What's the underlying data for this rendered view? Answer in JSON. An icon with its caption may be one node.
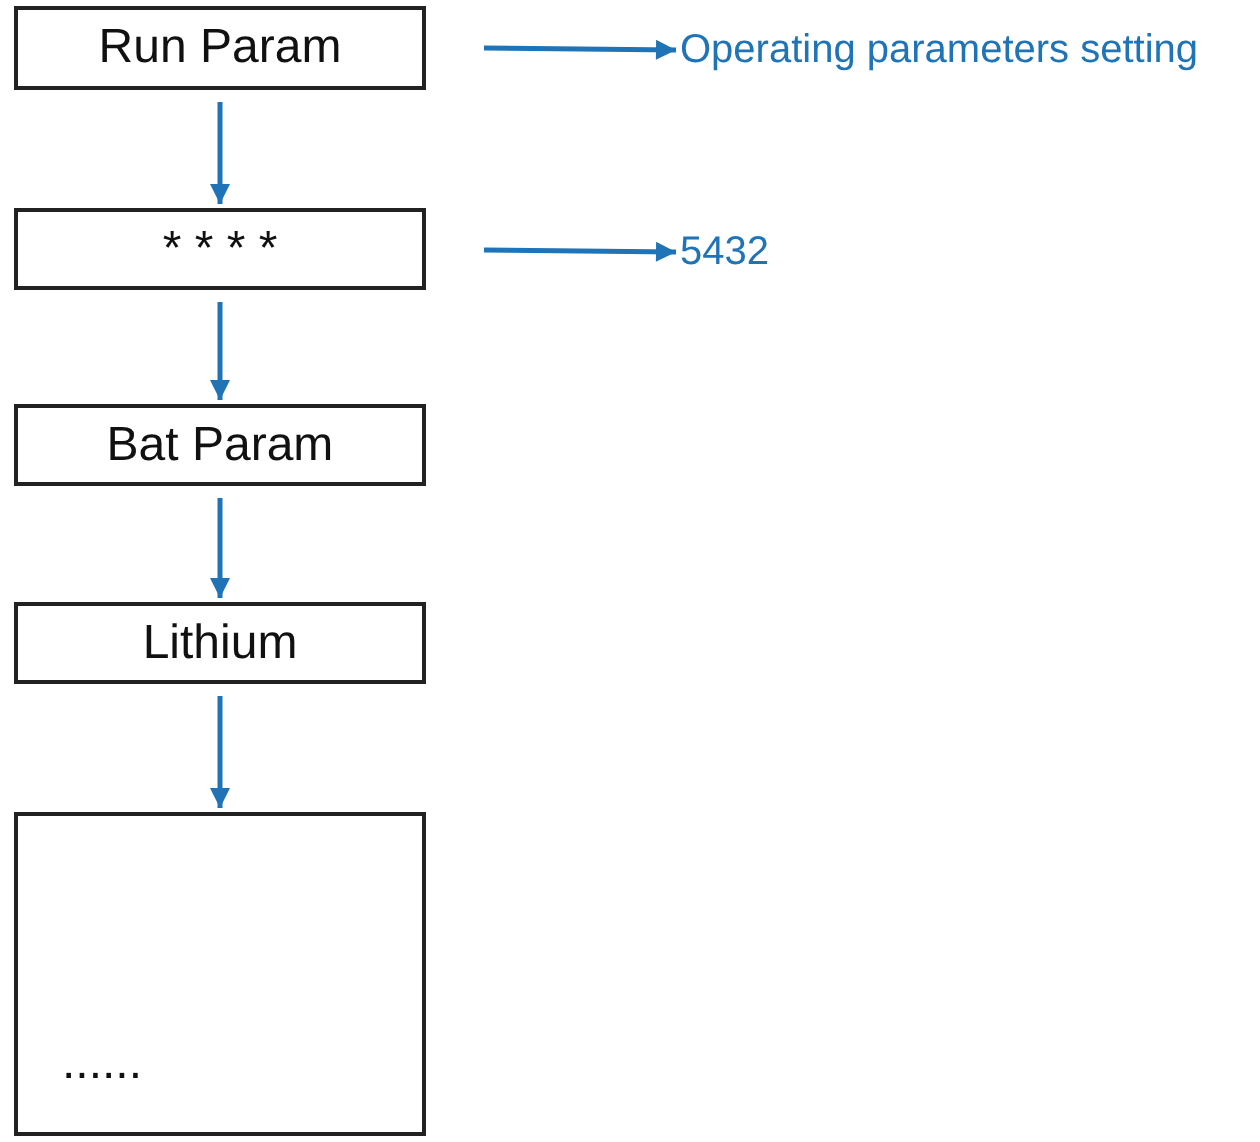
{
  "diagram": {
    "nodes": [
      {
        "text": [
          "Run Param"
        ]
      },
      {
        "text": [
          "* * * *"
        ]
      },
      {
        "text": [
          "Bat Param"
        ]
      },
      {
        "text": [
          "Lithium"
        ]
      },
      {
        "text": [
          "......"
        ]
      },
      {
        "text": [
          "Operating parameters setting"
        ]
      },
      {
        "text": [
          "5432"
        ]
      }
    ],
    "edges": [
      {
        "from": 0,
        "to": 1,
        "arrow": "to"
      },
      {
        "from": 1,
        "to": 2,
        "arrow": "to"
      },
      {
        "from": 2,
        "to": 3,
        "arrow": "to"
      },
      {
        "from": 3,
        "to": 4,
        "arrow": "to"
      },
      {
        "from": null,
        "to": 5,
        "arrow": "to"
      },
      {
        "from": null,
        "to": 6,
        "arrow": "to"
      }
    ]
  }
}
